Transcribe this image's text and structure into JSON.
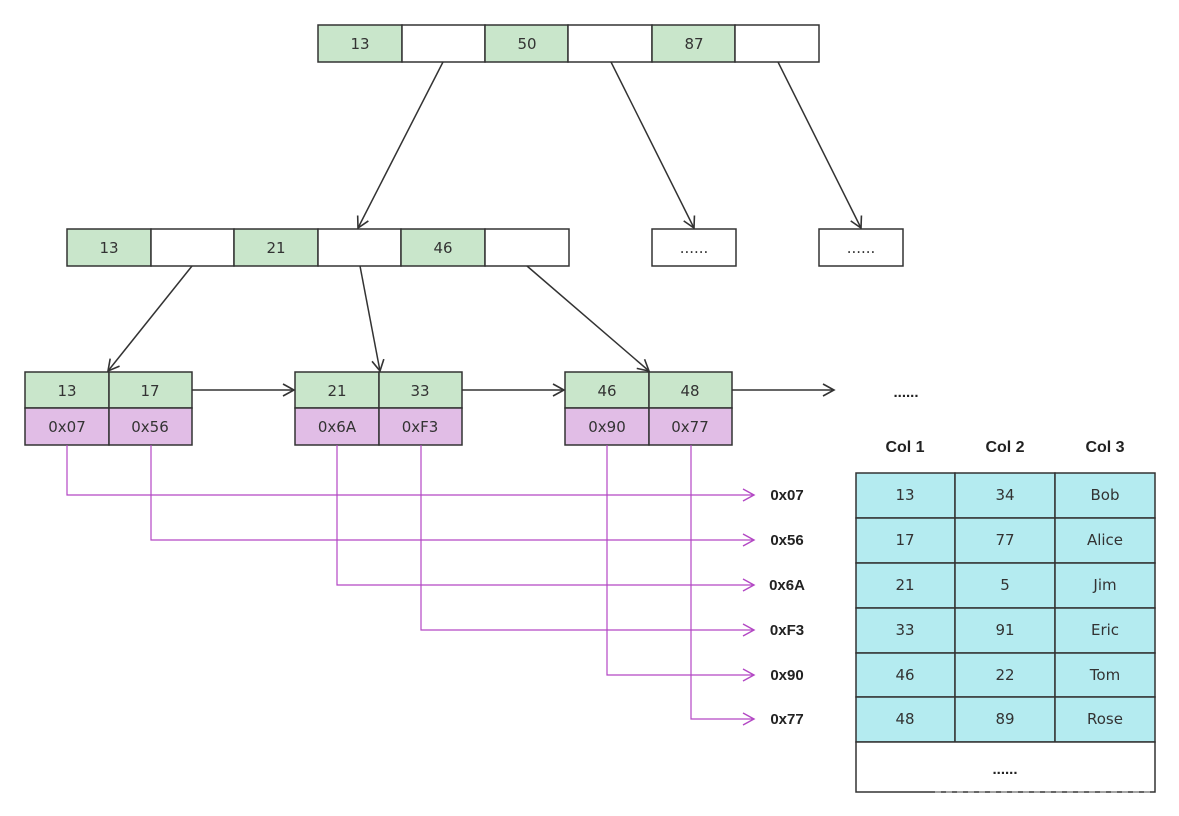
{
  "colors": {
    "key_fill": "#c9e6cb",
    "ptr_fill": "#ffffff",
    "addr_fill": "#e1bde6",
    "table_fill": "#b4ebf0",
    "border": "#333333",
    "tree_arrow": "#333333",
    "addr_arrow": "#b347c4"
  },
  "root": {
    "keys": [
      "13",
      "50",
      "87"
    ]
  },
  "level2": {
    "keys": [
      "13",
      "21",
      "46"
    ],
    "ellipsis_nodes": [
      "......",
      "......"
    ]
  },
  "leaves": [
    {
      "keys": [
        "13",
        "17"
      ],
      "addrs": [
        "0x07",
        "0x56"
      ]
    },
    {
      "keys": [
        "21",
        "33"
      ],
      "addrs": [
        "0x6A",
        "0xF3"
      ]
    },
    {
      "keys": [
        "46",
        "48"
      ],
      "addrs": [
        "0x90",
        "0x77"
      ]
    }
  ],
  "leaf_more": "......",
  "address_labels": [
    "0x07",
    "0x56",
    "0x6A",
    "0xF3",
    "0x90",
    "0x77"
  ],
  "table": {
    "headers": [
      "Col 1",
      "Col 2",
      "Col 3"
    ],
    "rows": [
      [
        "13",
        "34",
        "Bob"
      ],
      [
        "17",
        "77",
        "Alice"
      ],
      [
        "21",
        "5",
        "Jim"
      ],
      [
        "33",
        "91",
        "Eric"
      ],
      [
        "46",
        "22",
        "Tom"
      ],
      [
        "48",
        "89",
        "Rose"
      ]
    ],
    "more": "......"
  }
}
